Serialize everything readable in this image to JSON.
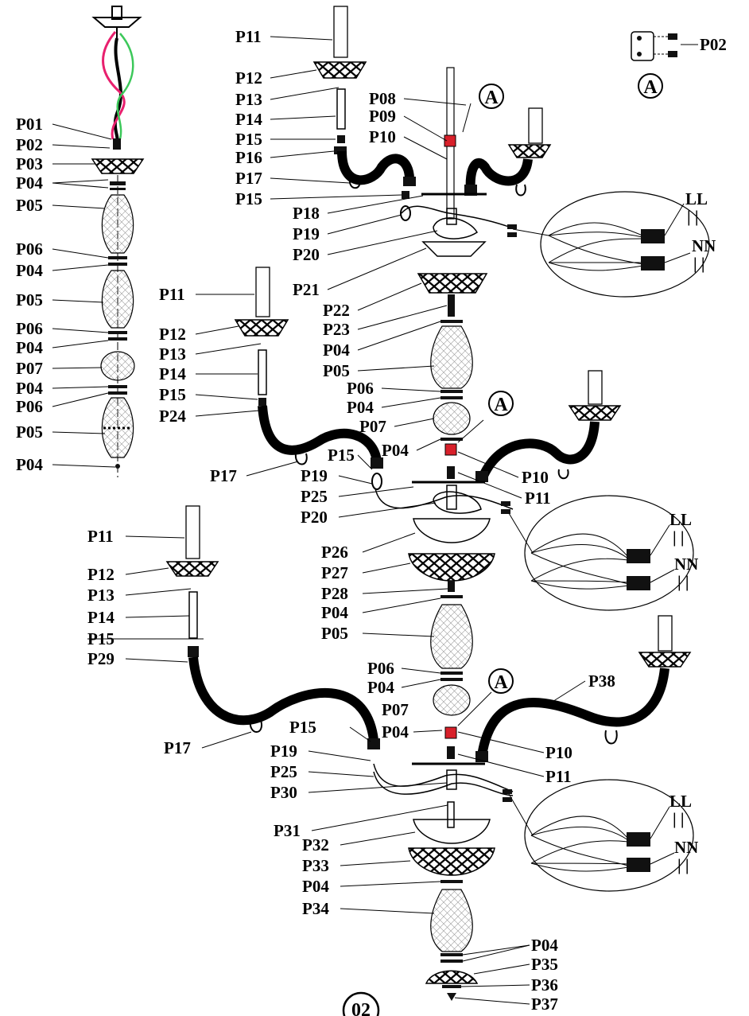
{
  "labels": [
    "P01",
    "P02",
    "P03",
    "P04",
    "P05",
    "P06",
    "P04",
    "P05",
    "P06",
    "P04",
    "P07",
    "P04",
    "P06",
    "P05",
    "P04",
    "P11",
    "P12",
    "P13",
    "P14",
    "P15",
    "P16",
    "P17",
    "P15",
    "P08",
    "P09",
    "P10",
    "P18",
    "P19",
    "P20",
    "P21",
    "P22",
    "P23",
    "P04",
    "P05",
    "P06",
    "P04",
    "P07",
    "P04",
    "P11",
    "P12",
    "P13",
    "P14",
    "P15",
    "P24",
    "P17",
    "P15",
    "P19",
    "P25",
    "P20",
    "P10",
    "P11",
    "P26",
    "P27",
    "P28",
    "P04",
    "P05",
    "P11",
    "P12",
    "P13",
    "P14",
    "P15",
    "P29",
    "P17",
    "P06",
    "P04",
    "P07",
    "P04",
    "P38",
    "P15",
    "P19",
    "P25",
    "P30",
    "P10",
    "P11",
    "P31",
    "P32",
    "P33",
    "P04",
    "P34",
    "P04",
    "P35",
    "P36",
    "P37",
    "P02"
  ],
  "detail_marker": "A",
  "wire_tags": {
    "live": "LL",
    "neutral": "NN",
    "tick": "| |"
  },
  "page_number": "02",
  "colors": {
    "ink": "#000000",
    "wire_red": "#e8206e",
    "wire_green": "#3cc85a",
    "connector_red": "#d8202a"
  }
}
